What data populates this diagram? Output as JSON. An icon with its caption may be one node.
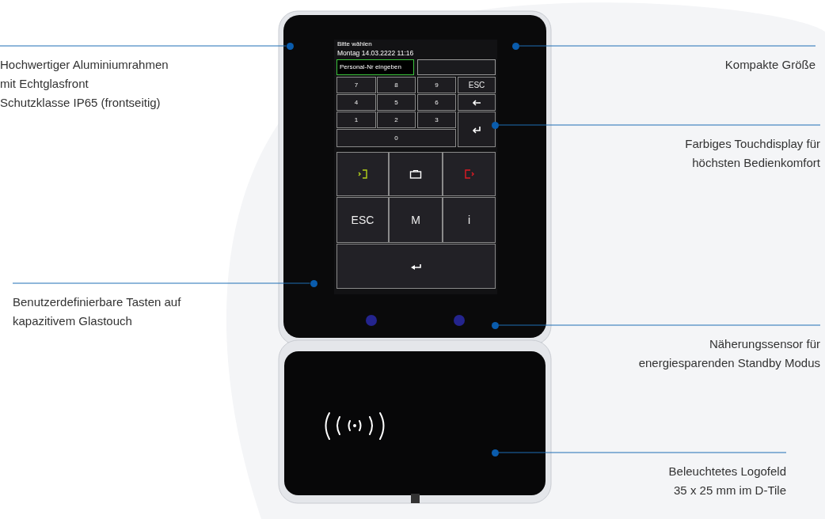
{
  "diagram": {
    "nodes": [
      {
        "text": [
          "Hochwertiger Aluminiumrahmen mit Echtglasfront",
          "Schutzklasse IP65 (frontseitig)"
        ]
      },
      {
        "text": [
          "Kompakte Größe"
        ]
      },
      {
        "text": [
          "Farbiges Touchdisplay für höchsten Bedienkomfort"
        ]
      },
      {
        "text": [
          "Benutzerdefinierbare Tasten auf kapazitivem Glastouch"
        ]
      },
      {
        "text": [
          "Näherungssensor für energiesparenden Standby Modus"
        ]
      },
      {
        "text": [
          "Beleuchtetes Logofeld 35 x 25 mm im D-Tile"
        ]
      },
      {
        "text": [],
        "shape": "circle"
      },
      {
        "text": [],
        "shape": "circle"
      },
      {
        "text": [],
        "shape": "circle"
      },
      {
        "text": [],
        "shape": "circle"
      },
      {
        "text": [],
        "shape": "circle"
      },
      {
        "text": [],
        "shape": "circle"
      }
    ],
    "edges": [
      {
        "from": 0,
        "to": 6,
        "arrow": "none"
      },
      {
        "from": 1,
        "to": 7,
        "arrow": "none"
      },
      {
        "from": 2,
        "to": 8,
        "arrow": "none"
      },
      {
        "from": 3,
        "to": 9,
        "arrow": "none"
      },
      {
        "from": 4,
        "to": 10,
        "arrow": "none"
      },
      {
        "from": 5,
        "to": 11,
        "arrow": "none"
      }
    ],
    "labels": [
      "Bitte wählen",
      "Montag 14.03.2222 11:16",
      "Personal-Nr eingeben",
      "7",
      "8",
      "9",
      "ESC",
      "4",
      "5",
      "6",
      "1",
      "2",
      "3",
      "0",
      "ESC",
      "M",
      "i"
    ]
  }
}
